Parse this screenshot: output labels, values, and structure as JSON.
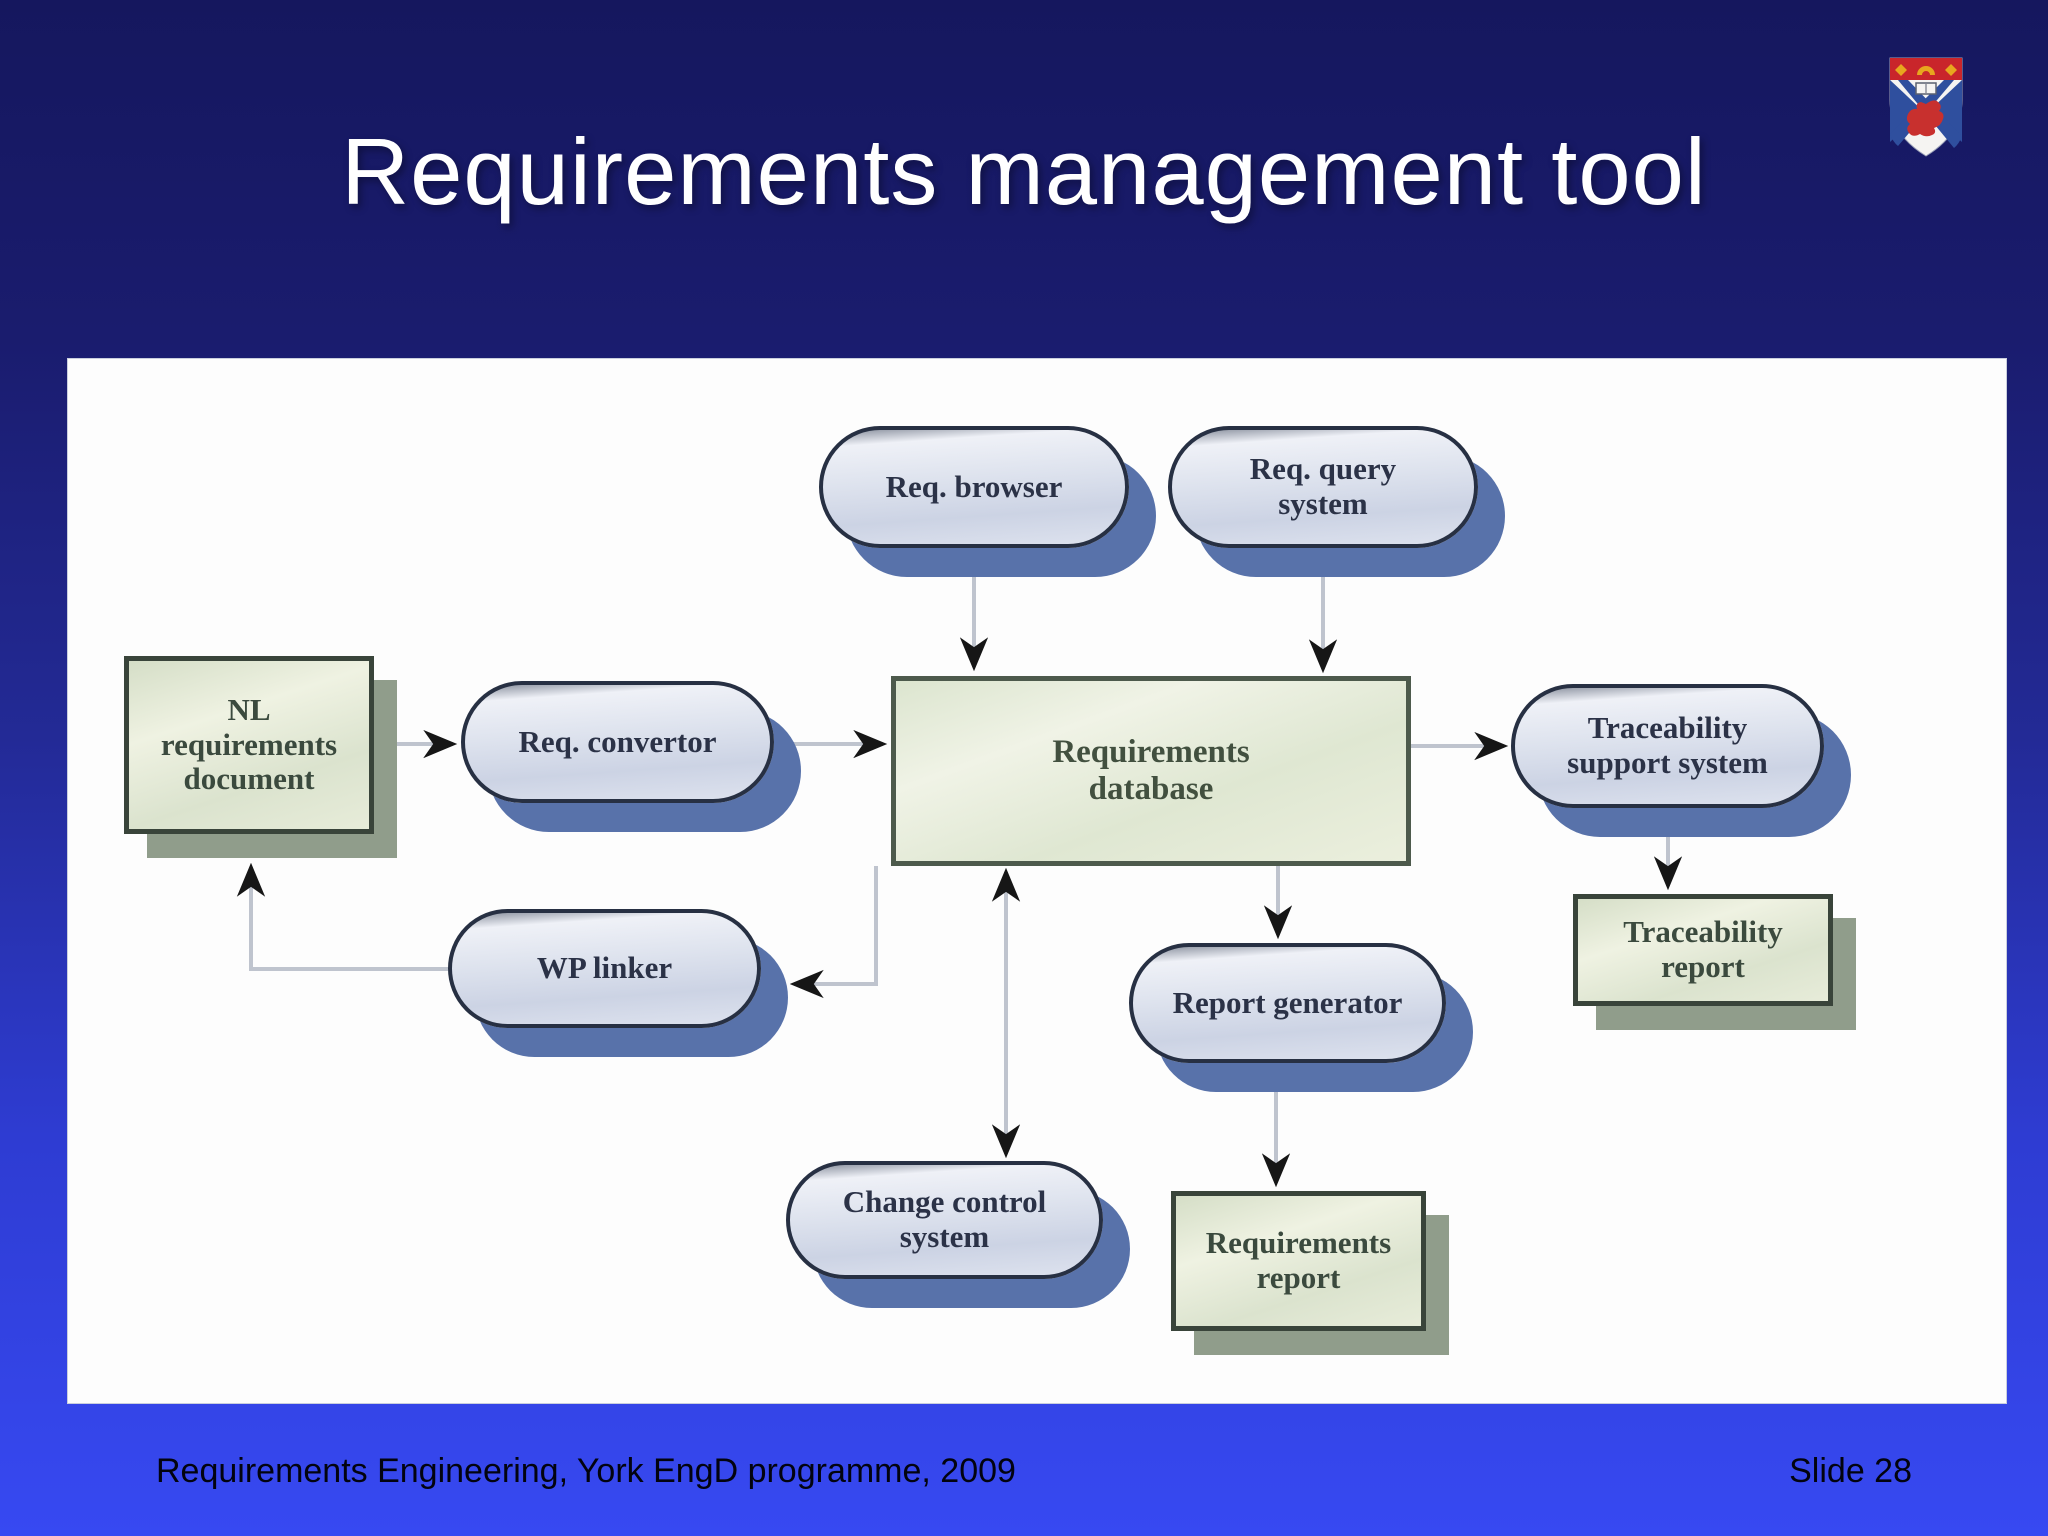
{
  "slide": {
    "title": "Requirements management tool",
    "footer_left": "Requirements Engineering, York EngD programme, 2009",
    "footer_right": "Slide 28"
  },
  "logo": {
    "name": "university-crest",
    "colors": {
      "chief": "#c9252b",
      "marks": "#e8a61e",
      "field": "#f5f4f2",
      "saltire": "#2f4f9e",
      "lion": "#c8302e"
    }
  },
  "colors": {
    "background_top": "#15175e",
    "background_bottom": "#3749f2",
    "panel": "#fdfdfd",
    "pill_fill": "#dee3ee",
    "pill_border": "#273043",
    "pill_shadow": "#5872aa",
    "box_fill": "#e3e9d6",
    "box_border": "#39443a",
    "box_shadow": "#909d8b",
    "connector_line": "#bfc4ce",
    "arrowhead": "#161616",
    "title_text": "#ffffff",
    "footer_text": "#02030f"
  },
  "diagram": {
    "nodes": {
      "req_browser": {
        "label": "Req. browser",
        "shape": "pill"
      },
      "req_query": {
        "label": "Req. query\nsystem",
        "shape": "pill"
      },
      "nl_doc": {
        "label": "NL\nrequirements\ndocument",
        "shape": "box"
      },
      "req_convertor": {
        "label": "Req. convertor",
        "shape": "pill"
      },
      "req_database": {
        "label": "Requirements\ndatabase",
        "shape": "box"
      },
      "trace_support": {
        "label": "Traceability\nsupport system",
        "shape": "pill"
      },
      "trace_report": {
        "label": "Traceability\nreport",
        "shape": "box"
      },
      "wp_linker": {
        "label": "WP linker",
        "shape": "pill"
      },
      "report_gen": {
        "label": "Report generator",
        "shape": "pill"
      },
      "change_control": {
        "label": "Change control\nsystem",
        "shape": "pill"
      },
      "req_report": {
        "label": "Requirements\nreport",
        "shape": "box"
      }
    },
    "edges": [
      {
        "from": "req_browser",
        "to": "req_database",
        "style": "arrow"
      },
      {
        "from": "req_query",
        "to": "req_database",
        "style": "arrow"
      },
      {
        "from": "nl_doc",
        "to": "req_convertor",
        "style": "arrow"
      },
      {
        "from": "req_convertor",
        "to": "req_database",
        "style": "arrow"
      },
      {
        "from": "req_database",
        "to": "trace_support",
        "style": "arrow"
      },
      {
        "from": "trace_support",
        "to": "trace_report",
        "style": "arrow"
      },
      {
        "from": "req_database",
        "to": "report_gen",
        "style": "arrow"
      },
      {
        "from": "report_gen",
        "to": "req_report",
        "style": "arrow"
      },
      {
        "from": "req_database",
        "to": "change_control",
        "style": "double-arrow"
      },
      {
        "from": "req_database",
        "to": "wp_linker",
        "style": "arrow"
      },
      {
        "from": "wp_linker",
        "to": "nl_doc",
        "style": "arrow"
      }
    ]
  }
}
